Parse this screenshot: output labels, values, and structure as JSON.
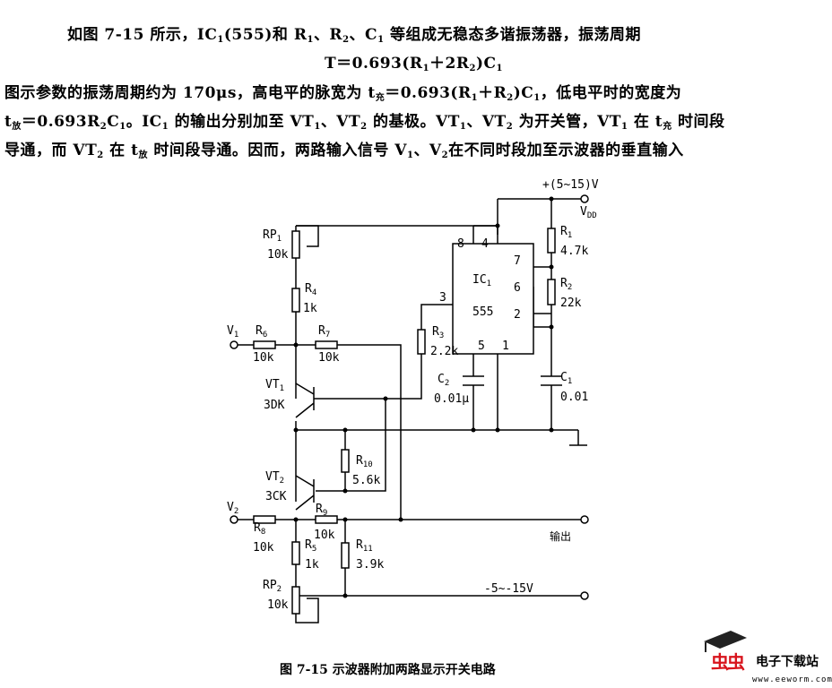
{
  "paragraph": [
    [
      {
        "t": "如图 7-15 所示，IC"
      },
      {
        "t": "1",
        "sub": true
      },
      {
        "t": "(555)和 R"
      },
      {
        "t": "1",
        "sub": true
      },
      {
        "t": "、R"
      },
      {
        "t": "2",
        "sub": true
      },
      {
        "t": "、C"
      },
      {
        "t": "1",
        "sub": true
      },
      {
        "t": " 等组成无稳态多谐振荡器，振荡周期"
      }
    ],
    [
      {
        "t": "T＝0.693(R"
      },
      {
        "t": "1",
        "sub": true
      },
      {
        "t": "＋2R"
      },
      {
        "t": "2",
        "sub": true
      },
      {
        "t": ")C"
      },
      {
        "t": "1",
        "sub": true
      }
    ],
    [
      {
        "t": "图示参数的振荡周期约为 170μs，高电平的脉宽为 t"
      },
      {
        "t": "充",
        "sub": true
      },
      {
        "t": "＝0.693(R"
      },
      {
        "t": "1",
        "sub": true
      },
      {
        "t": "＋R"
      },
      {
        "t": "2",
        "sub": true
      },
      {
        "t": ")C"
      },
      {
        "t": "1",
        "sub": true
      },
      {
        "t": "，低电平时的宽度为"
      }
    ],
    [
      {
        "t": "t"
      },
      {
        "t": "放",
        "sub": true
      },
      {
        "t": "＝0.693R"
      },
      {
        "t": "2",
        "sub": true
      },
      {
        "t": "C"
      },
      {
        "t": "1",
        "sub": true
      },
      {
        "t": "。IC"
      },
      {
        "t": "1",
        "sub": true
      },
      {
        "t": " 的输出分别加至 VT"
      },
      {
        "t": "1",
        "sub": true
      },
      {
        "t": "、VT"
      },
      {
        "t": "2",
        "sub": true
      },
      {
        "t": " 的基极。VT"
      },
      {
        "t": "1",
        "sub": true
      },
      {
        "t": "、VT"
      },
      {
        "t": "2",
        "sub": true
      },
      {
        "t": " 为开关管，VT"
      },
      {
        "t": "1",
        "sub": true
      },
      {
        "t": " 在 t"
      },
      {
        "t": "充",
        "sub": true
      },
      {
        "t": " 时间段"
      }
    ],
    [
      {
        "t": "导通，而 VT"
      },
      {
        "t": "2",
        "sub": true
      },
      {
        "t": " 在 t"
      },
      {
        "t": "放",
        "sub": true
      },
      {
        "t": " 时间段导通。因而，两路输入信号 V"
      },
      {
        "t": "1",
        "sub": true
      },
      {
        "t": "、V"
      },
      {
        "t": "2",
        "sub": true
      },
      {
        "t": "在不同时段加至示波器的垂直输入"
      }
    ]
  ],
  "circuit": {
    "supply_pos": "+(5~15)V",
    "vdd": "V",
    "vdd_sub": "DD",
    "supply_neg": "-5~-15V",
    "output": "输出",
    "ic": {
      "name": "IC",
      "sub": "1",
      "type": "555",
      "pins": {
        "p8": "8",
        "p4": "4",
        "p7": "7",
        "p6": "6",
        "p2": "2",
        "p3": "3",
        "p5": "5",
        "p1": "1"
      }
    },
    "components": {
      "RP1": {
        "name": "RP",
        "sub": "1",
        "value": "10k"
      },
      "R4": {
        "name": "R",
        "sub": "4",
        "value": "1k"
      },
      "R6": {
        "name": "R",
        "sub": "6",
        "value": "10k"
      },
      "R7": {
        "name": "R",
        "sub": "7",
        "value": "10k"
      },
      "R1": {
        "name": "R",
        "sub": "1",
        "value": "4.7k"
      },
      "R2": {
        "name": "R",
        "sub": "2",
        "value": "22k"
      },
      "R3": {
        "name": "R",
        "sub": "3",
        "value": "2.2k"
      },
      "C2": {
        "name": "C",
        "sub": "2",
        "value": "0.01μ"
      },
      "C1": {
        "name": "C",
        "sub": "1",
        "value": "0.01"
      },
      "VT1": {
        "name": "VT",
        "sub": "1",
        "value": "3DK"
      },
      "VT2": {
        "name": "VT",
        "sub": "2",
        "value": "3CK"
      },
      "R10": {
        "name": "R",
        "sub": "10",
        "value": "5.6k"
      },
      "R8": {
        "name": "R",
        "sub": "8",
        "value": "10k"
      },
      "R9": {
        "name": "R",
        "sub": "9",
        "value": "10k"
      },
      "R5": {
        "name": "R",
        "sub": "5",
        "value": "1k"
      },
      "R11": {
        "name": "R",
        "sub": "11",
        "value": "3.9k"
      },
      "RP2": {
        "name": "RP",
        "sub": "2",
        "value": "10k"
      }
    },
    "inputs": {
      "v1": "V",
      "v1_sub": "1",
      "v2": "V",
      "v2_sub": "2"
    }
  },
  "caption": "图 7-15   示波器附加两路显示开关电路",
  "watermark": {
    "brand": "虫虫",
    "site": "电子下载站",
    "url": "www.eeworm.com"
  }
}
